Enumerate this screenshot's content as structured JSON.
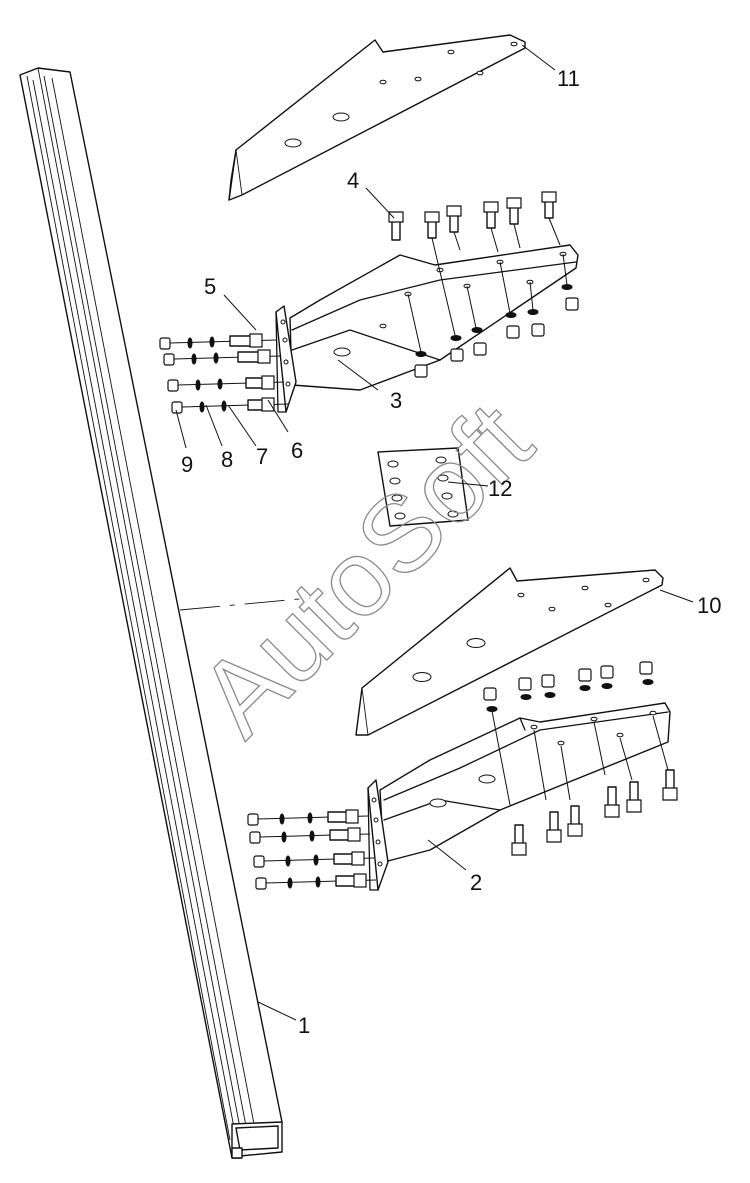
{
  "watermark": "AutoSoft",
  "callouts": [
    {
      "id": "c1",
      "label": "1"
    },
    {
      "id": "c2",
      "label": "2"
    },
    {
      "id": "c3",
      "label": "3"
    },
    {
      "id": "c4",
      "label": "4"
    },
    {
      "id": "c5",
      "label": "5"
    },
    {
      "id": "c6",
      "label": "6"
    },
    {
      "id": "c7",
      "label": "7"
    },
    {
      "id": "c8",
      "label": "8"
    },
    {
      "id": "c9",
      "label": "9"
    },
    {
      "id": "c10",
      "label": "10"
    },
    {
      "id": "c11",
      "label": "11"
    },
    {
      "id": "c12",
      "label": "12"
    }
  ]
}
